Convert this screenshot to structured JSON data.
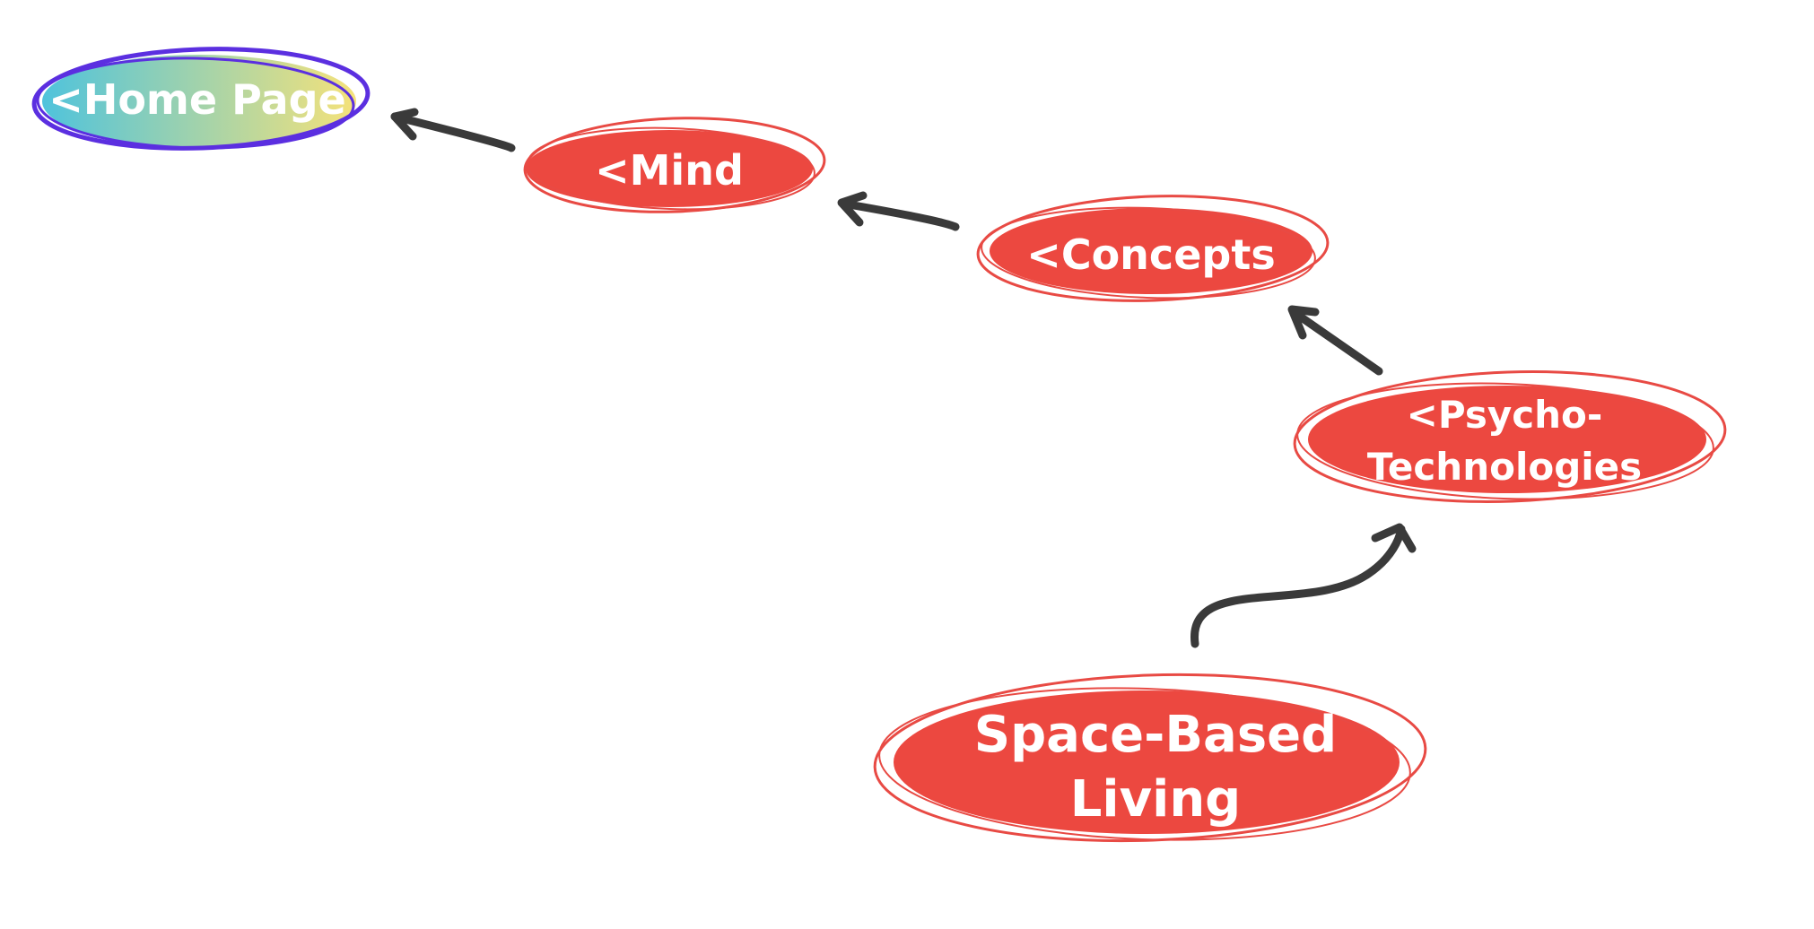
{
  "nodes": {
    "home": {
      "label": "<Home Page"
    },
    "mind": {
      "label": "<Mind"
    },
    "concepts": {
      "label": "<Concepts"
    },
    "psycho": {
      "line1": "<Psycho-",
      "line2": "Technologies"
    },
    "space": {
      "line1": "Space-Based",
      "line2": "Living"
    }
  },
  "colors": {
    "node_fill": "#ec4840",
    "node_outline": "#e84a44",
    "home_outline": "#5b2fe0",
    "home_gradient_start": "#4fc3dc",
    "home_gradient_end": "#f5e27a",
    "arrow": "#3a3a3a",
    "text": "#ffffff"
  }
}
